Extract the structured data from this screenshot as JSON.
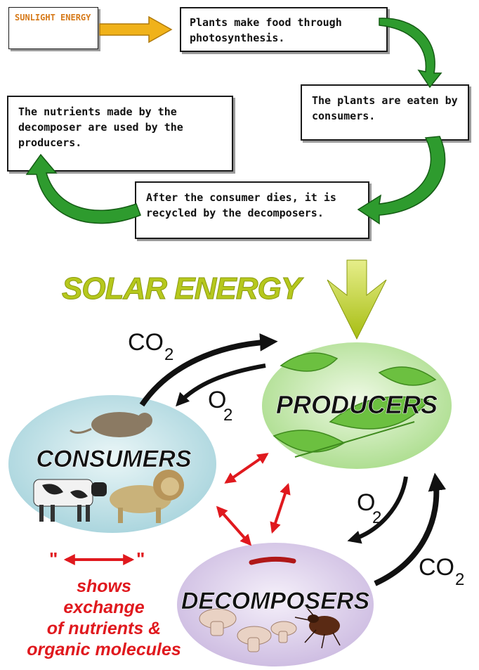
{
  "cycle": {
    "sunlight_label": "SUNLIGHT ENERGY",
    "step1": "Plants make food through photosynthesis.",
    "step2": "The plants are eaten by consumers.",
    "step3": "After the consumer dies, it is recycled by the decomposers.",
    "step4": "The nutrients made by the decomposer are used by the producers."
  },
  "ecosystem": {
    "solar_energy": "SOLAR ENERGY",
    "producers": "PRODUCERS",
    "consumers": "CONSUMERS",
    "decomposers": "DECOMPOSERS",
    "gas_co2": "CO",
    "gas_o2": "O",
    "subscript_2": "2",
    "legend_symbol_quote": "\"",
    "legend_lines": [
      "shows",
      "exchange",
      "of nutrients &",
      "organic molecules"
    ]
  },
  "colors": {
    "cycle_arrow": "#2e9b2e",
    "sunlight_arrow": "#f0b21a",
    "solar_text": "#b6c81c",
    "producers_fill": "#c7ebb2",
    "consumers_fill": "#bfe0e6",
    "decomposers_fill": "#ddd1ea",
    "exchange_arrow": "#e0191e",
    "legend_text": "#e0191e"
  }
}
